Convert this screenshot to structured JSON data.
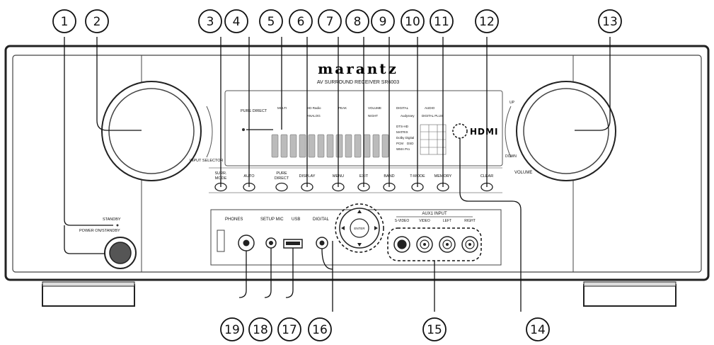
{
  "brand": "marantz",
  "model": "AV SURROUND RECEIVER SR6003",
  "callouts": [
    "1",
    "2",
    "3",
    "4",
    "5",
    "6",
    "7",
    "8",
    "9",
    "10",
    "11",
    "12",
    "13",
    "14",
    "15",
    "16",
    "17",
    "18",
    "19"
  ],
  "buttons": [
    "SURR. MODE",
    "AUTO",
    "PURE DIRECT",
    "DISPLAY",
    "MENU",
    "EXIT",
    "BAND",
    "T-MODE",
    "MEMORY",
    "CLEAR"
  ],
  "labels": {
    "input_selector": "INPUT SELECTOR",
    "volume": "VOLUME",
    "up": "UP",
    "down": "DOWN",
    "standby": "STANDBY",
    "power": "POWER ON/STANDBY",
    "phones": "PHONES",
    "setup_mic": "SETUP MIC",
    "usb": "USB",
    "digital": "DIGITAL",
    "aux1": "AUX1 INPUT",
    "svideo": "S-VIDEO",
    "video": "VIDEO",
    "left": "LEFT",
    "right": "RIGHT",
    "pure_direct_ind": "PURE DIRECT",
    "hdmi": "HDMI",
    "enter": "ENTER"
  },
  "display_indicators": [
    "MULTI",
    "HD Radio",
    "PEAK",
    "VOLUME",
    "DIGITAL",
    "AUDIO",
    "NIGHT",
    "ANALOG",
    "Audyssey",
    "DIGITAL PLUS",
    "DTS-HD",
    "MATRIX",
    "Dolby Digital",
    "PCM",
    "DSD",
    "WMA Pro"
  ]
}
